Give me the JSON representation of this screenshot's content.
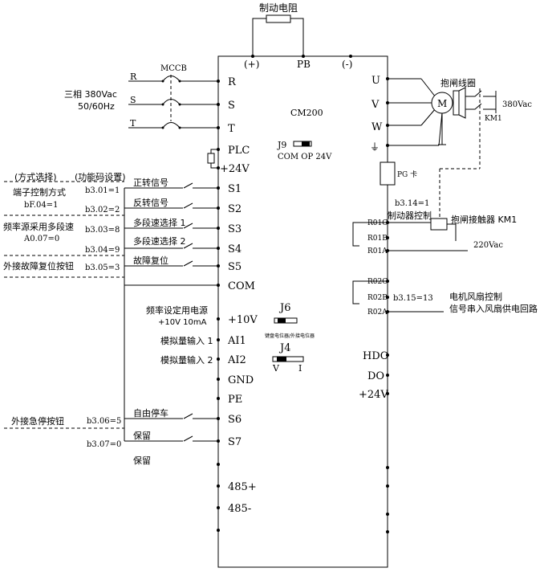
{
  "top": {
    "braking_resistor": "制动电阻",
    "plus": "(+)",
    "pb": "PB",
    "minus": "(-)"
  },
  "power_in": {
    "mccb": "MCCB",
    "r": "R",
    "s": "S",
    "t": "T",
    "desc1": "三相 380Vac",
    "desc2": "50/60Hz"
  },
  "drive": {
    "model": "CM200",
    "j9": "J9",
    "j9_opts": "COM OP 24V",
    "j6": "J6",
    "j6_opts": "键盘电位器/外接电位器",
    "j4": "J4",
    "j4_v": "V",
    "j4_i": "I"
  },
  "left_terminals": {
    "r": "R",
    "s": "S",
    "t": "T",
    "plc": "PLC",
    "p24": "+24V",
    "s1": "S1",
    "s2": "S2",
    "s3": "S3",
    "s4": "S4",
    "s5": "S5",
    "com": "COM",
    "p10": "+10V",
    "ai1": "AI1",
    "ai2": "AI2",
    "gnd": "GND",
    "pe": "PE",
    "s6": "S6",
    "s7": "S7",
    "r485p": "485+",
    "r485m": "485-"
  },
  "right_terminals": {
    "u": "U",
    "v": "V",
    "w": "W",
    "pe_symbol": "⏚",
    "r01c": "R01C",
    "r01b": "R01B",
    "r01a": "R01A",
    "r02c": "R02C",
    "r02b": "R02B",
    "r02a": "R02A",
    "hdo": "HDO",
    "do": "DO",
    "p24": "+24V"
  },
  "motor": {
    "m": "M",
    "brake_coil": "抱闸线圈",
    "v380": "380Vac",
    "km1": "KM1",
    "pg_card": "PG 卡"
  },
  "relay1": {
    "code": "b3.14=1",
    "func": "制动器控制",
    "contactor": "抱闸接触器 KM1",
    "v220": "220Vac"
  },
  "relay2": {
    "code": "b3.15=13",
    "line1": "电机风扇控制",
    "line2": "信号串入风扇供电回路"
  },
  "signals": {
    "s1": "正转信号",
    "s2": "反转信号",
    "s3": "多段速选择 1",
    "s4": "多段速选择 2",
    "s5": "故障复位",
    "p10_a": "频率设定用电源",
    "p10_b": "+10V  10mA",
    "ai1": "模拟量输入 1",
    "ai2": "模拟量输入 2",
    "s6": "自由停车",
    "s7": "保留",
    "s7_b": "保留"
  },
  "left_notes": {
    "header_a": "(方式选择)",
    "header_b": "(功能码设置)",
    "term_mode": "端子控制方式",
    "bf04": "bF.04=1",
    "b301": "b3.01=1",
    "b302": "b3.02=2",
    "freq_src": "频率源采用多段速",
    "a007": "A0.07=0",
    "b303": "b3.03=8",
    "b304": "b3.04=9",
    "fault_reset": "外接故障复位按钮",
    "b305": "b3.05=3",
    "estop": "外接急停按钮",
    "b306": "b3.06=5",
    "b307": "b3.07=0"
  }
}
